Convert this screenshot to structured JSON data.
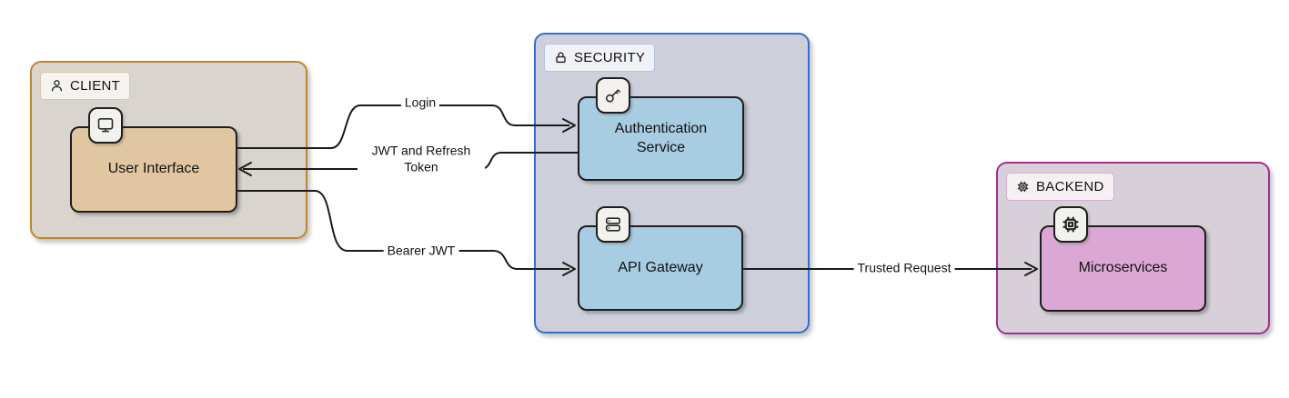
{
  "diagram": {
    "groups": [
      {
        "name": "CLIENT",
        "icon": "person-icon",
        "border_color": "#c2852e",
        "fill_color": "#d9d5ce"
      },
      {
        "name": "SECURITY",
        "icon": "lock-icon",
        "border_color": "#2e6fd0",
        "fill_color": "#cdd0da"
      },
      {
        "name": "BACKEND",
        "icon": "chip-icon",
        "border_color": "#9e2f97",
        "fill_color": "#d8d0d8"
      }
    ],
    "nodes": [
      {
        "label": "User Interface",
        "icon": "monitor-icon",
        "fill_color": "#e1c7a1",
        "group": "CLIENT"
      },
      {
        "label": "Authentication Service",
        "icon": "key-icon",
        "fill_color": "#a8cce2",
        "group": "SECURITY"
      },
      {
        "label": "API Gateway",
        "icon": "server-icon",
        "fill_color": "#a8cce2",
        "group": "SECURITY"
      },
      {
        "label": "Microservices",
        "icon": "chip-icon",
        "fill_color": "#dba8d6",
        "group": "BACKEND"
      }
    ],
    "edges": [
      {
        "from": "User Interface",
        "to": "Authentication Service",
        "label": "Login"
      },
      {
        "from": "Authentication Service",
        "to": "User Interface",
        "label": "JWT and Refresh Token"
      },
      {
        "from": "User Interface",
        "to": "API Gateway",
        "label": "Bearer JWT"
      },
      {
        "from": "API Gateway",
        "to": "Microservices",
        "label": "Trusted Request"
      }
    ],
    "edge_color": "#1a1a1a"
  }
}
